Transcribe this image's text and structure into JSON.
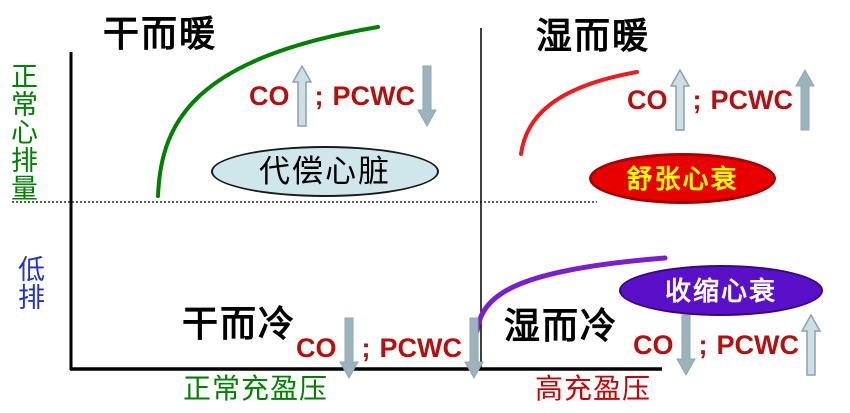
{
  "figure": {
    "title_semantics": "hemodynamic quadrant diagram of heart function",
    "quadrants": [
      {
        "name": "dry-warm",
        "title": "干而暖",
        "hemo": {
          "co": "CO",
          "sep": ";",
          "pcwc": "PCWC",
          "co_dir": "up",
          "pcwc_dir": "down"
        }
      },
      {
        "name": "wet-warm",
        "title": "湿而暖",
        "hemo": {
          "co": "CO",
          "sep": ";",
          "pcwc": "PCWC",
          "co_dir": "up",
          "pcwc_dir": "up"
        }
      },
      {
        "name": "dry-cold",
        "title": "干而冷",
        "hemo": {
          "co": "CO",
          "sep": ";",
          "pcwc": "PCWC",
          "co_dir": "down",
          "pcwc_dir": "down"
        }
      },
      {
        "name": "wet-cold",
        "title": "湿而冷",
        "hemo": {
          "co": "CO",
          "sep": ";",
          "pcwc": "PCWC",
          "co_dir": "down",
          "pcwc_dir": "up"
        }
      }
    ],
    "ellipses": [
      {
        "name": "compensated-heart",
        "label": "代偿心脏",
        "fill": "#cfe7eb",
        "border": "#1a1a1a",
        "text_color": "#000000"
      },
      {
        "name": "diastolic-heart-failure",
        "label": "舒张心衰",
        "fill": "#e80000",
        "border": "#a50000",
        "text_color": "#ffff00"
      },
      {
        "name": "systolic-heart-failure",
        "label": "收缩心衰",
        "fill": "#5a10c8",
        "border": "#38077e",
        "text_color": "#ffffff"
      }
    ],
    "axes": {
      "y_top": "正常心排量",
      "y_top_color": "#008000",
      "y_bottom": "低排",
      "y_bottom_color": "#2233cc",
      "x_left": "正常充盈压",
      "x_left_color": "#008000",
      "x_right": "高充盈压",
      "x_right_color": "#cc0000"
    },
    "curves": [
      {
        "name": "dry-warm-curve",
        "color": "#008000"
      },
      {
        "name": "wet-warm-curve",
        "color": "#ee1c1c"
      },
      {
        "name": "wet-cold-curve",
        "color": "#7a1fd0"
      }
    ],
    "hemo_text_color": "#b50f0f",
    "arrow_colors": {
      "light_fill": "#cfdee3",
      "solid_fill": "#9cb2bc",
      "outline": "#8aa4af"
    }
  }
}
